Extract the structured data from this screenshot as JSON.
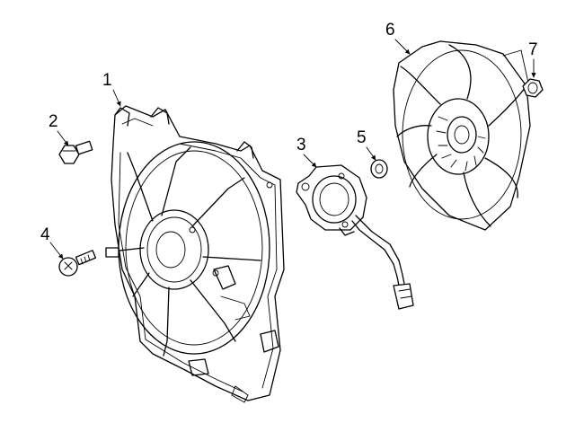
{
  "diagram": {
    "callouts": [
      {
        "key": "1",
        "label": "1"
      },
      {
        "key": "2",
        "label": "2"
      },
      {
        "key": "3",
        "label": "3"
      },
      {
        "key": "4",
        "label": "4"
      },
      {
        "key": "5",
        "label": "5"
      },
      {
        "key": "6",
        "label": "6"
      },
      {
        "key": "7",
        "label": "7"
      }
    ],
    "parts": {
      "shroud": "fan-shroud",
      "bolt_2": "bolt",
      "motor": "fan-motor",
      "bolt_4": "bolt",
      "washer": "washer",
      "fan": "fan-blade",
      "nut": "nut"
    },
    "colors": {
      "line": "#000000",
      "background": "#ffffff"
    }
  }
}
